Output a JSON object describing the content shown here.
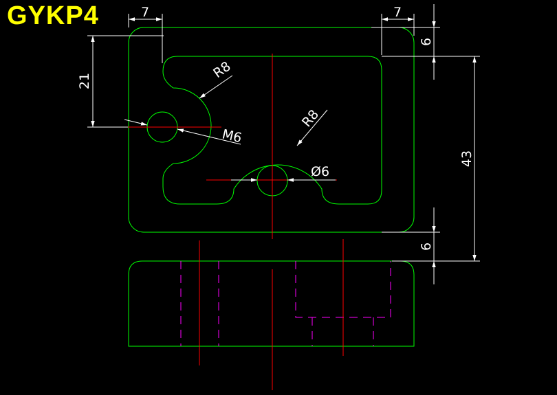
{
  "title": "GYKP4",
  "colors": {
    "background": "#000000",
    "title": "#ffff00",
    "outline": "#00ff00",
    "centerline": "#ff0000",
    "hidden": "#ff00ff",
    "dimension": "#ffffff"
  },
  "dimensions": {
    "left_offset": "7",
    "right_offset": "7",
    "top_wall": "6",
    "bottom_wall": "6",
    "inner_height": "43",
    "hole_offset": "21",
    "upper_radius": "R8",
    "lower_radius": "R8",
    "thread": "M6",
    "bore": "Ø6"
  }
}
